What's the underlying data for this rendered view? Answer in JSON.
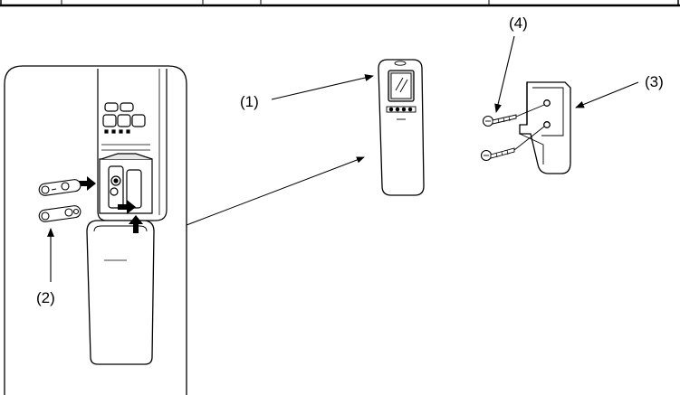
{
  "labels": {
    "remote": "(1)",
    "batteries": "(2)",
    "holder": "(3)",
    "screws": "(4)"
  },
  "colors": {
    "line": "#000000",
    "fill": "#ffffff",
    "shade": "#d9d9d9",
    "dark": "#222222"
  }
}
